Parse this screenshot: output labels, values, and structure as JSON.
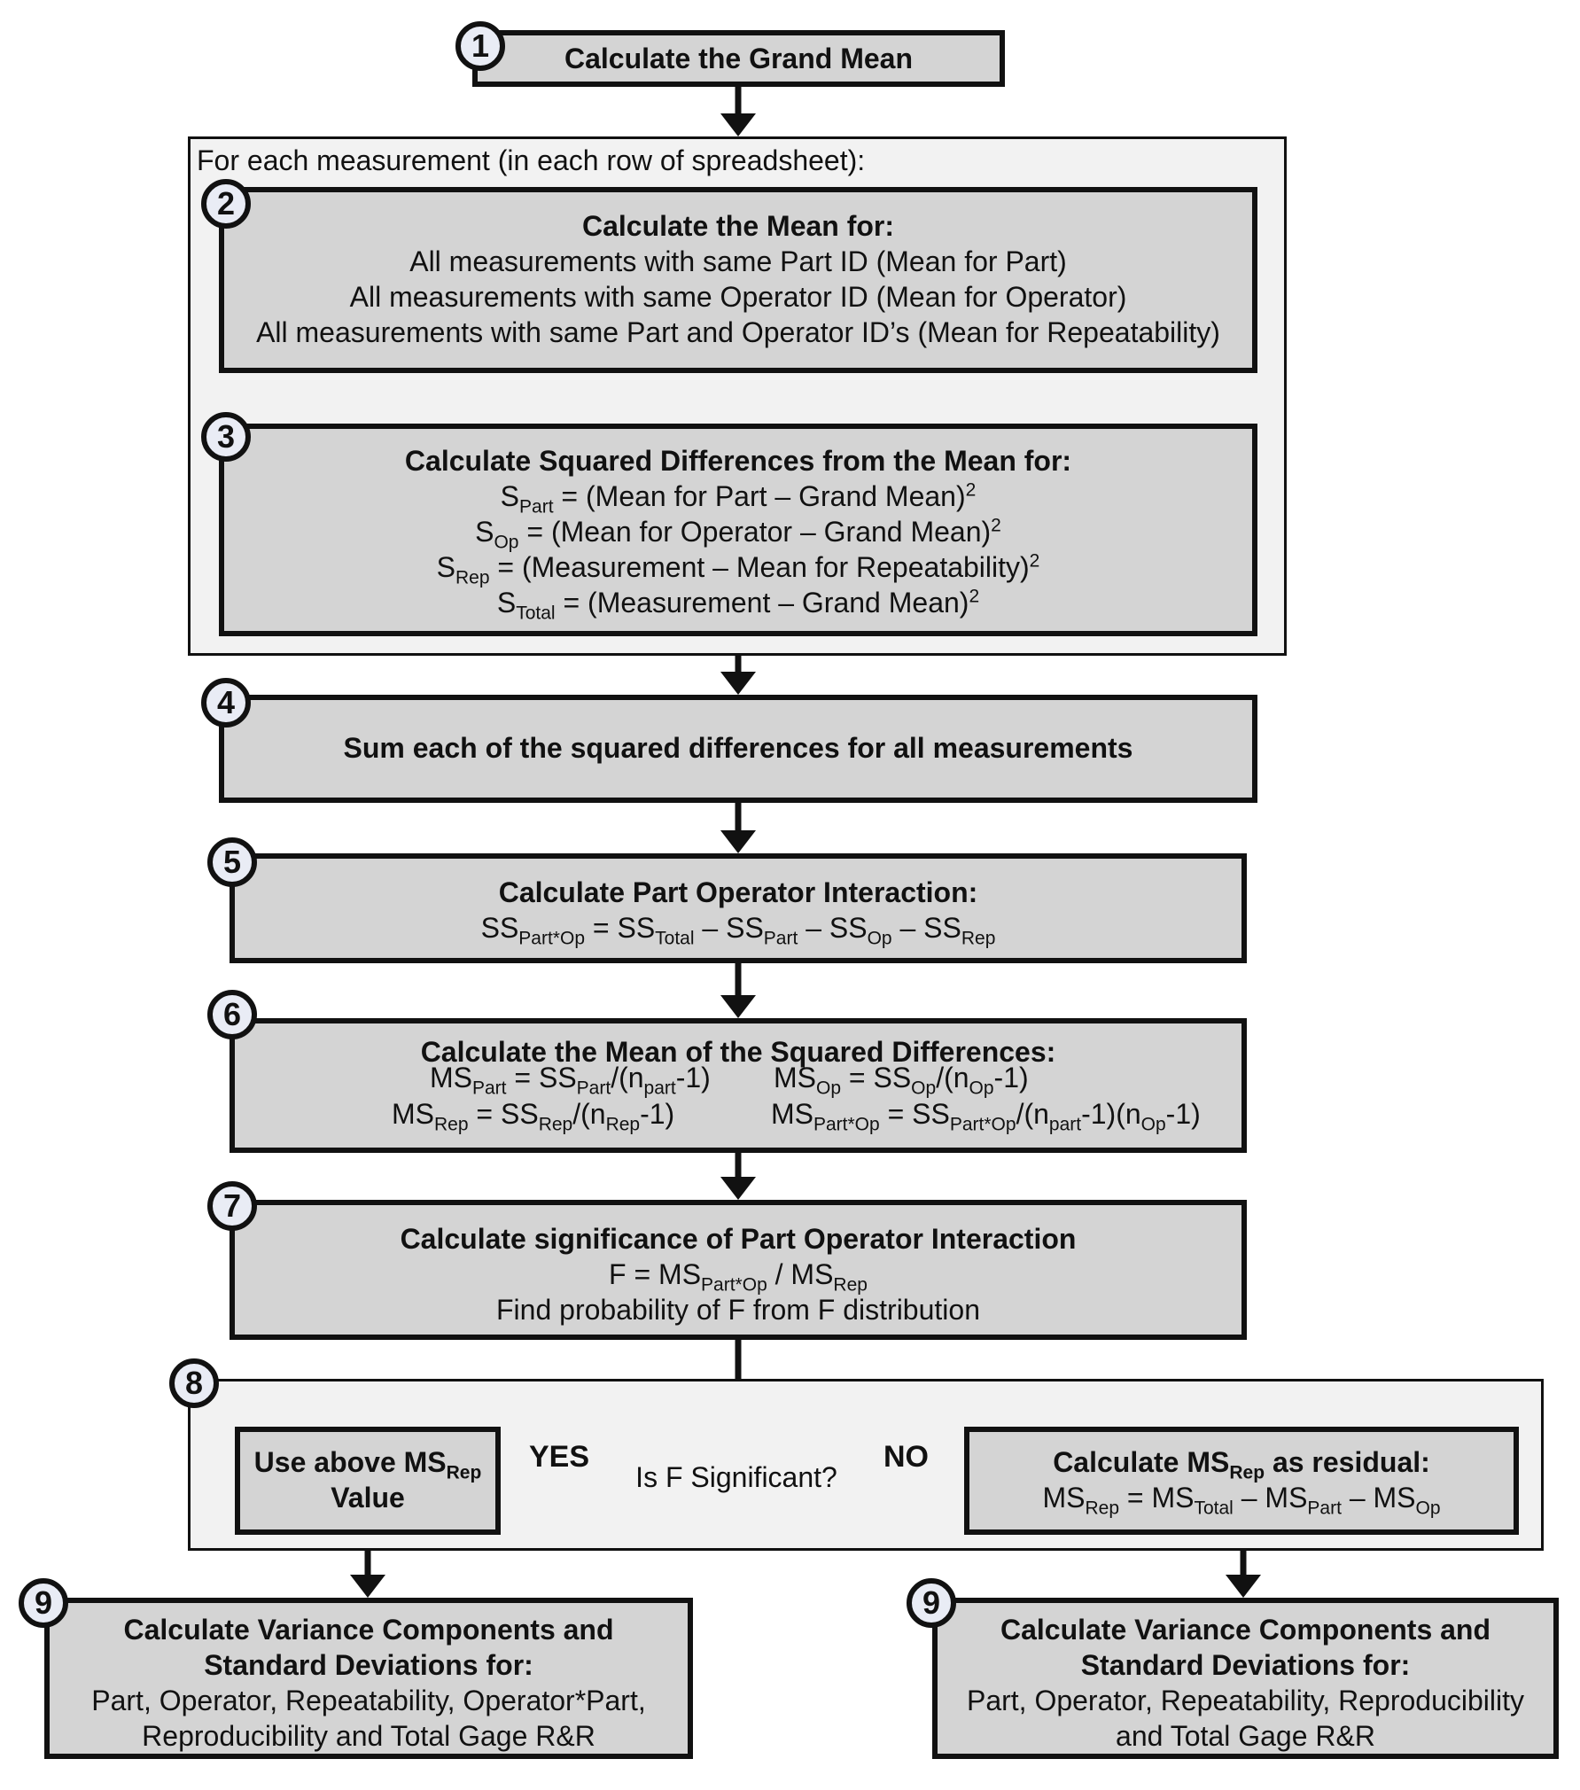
{
  "steps": {
    "s1": {
      "num": "1",
      "title": "Calculate the Grand Mean"
    },
    "panel_a_caption": "For each measurement (in each row of spreadsheet):",
    "s2": {
      "num": "2",
      "title": "Calculate the Mean for:",
      "lines": [
        "All measurements with same Part ID (Mean for Part)",
        "All measurements with same Operator ID (Mean for Operator)",
        "All measurements with same Part and Operator ID’s (Mean for Repeatability)"
      ]
    },
    "s3": {
      "num": "3",
      "title": "Calculate Squared Differences from the Mean for:",
      "lines": [
        {
          "sym": "S",
          "sub": "Part",
          "expr": " = (Mean for Part – Grand Mean)",
          "sup": "2"
        },
        {
          "sym": "S",
          "sub": "Op",
          "expr": " = (Mean for Operator – Grand Mean)",
          "sup": "2"
        },
        {
          "sym": "S",
          "sub": "Rep",
          "expr": " = (Measurement – Mean for Repeatability)",
          "sup": "2"
        },
        {
          "sym": "S",
          "sub": "Total",
          "expr": " = (Measurement  – Grand Mean)",
          "sup": "2"
        }
      ]
    },
    "s4": {
      "num": "4",
      "title": "Sum each of the squared differences for all measurements"
    },
    "s5": {
      "num": "5",
      "title": "Calculate Part Operator Interaction:",
      "f": {
        "a": "SS",
        "a_sub": "Part*Op",
        "eq": " = ",
        "b": "SS",
        "b_sub": "Total",
        "m1": " – ",
        "c": "SS",
        "c_sub": "Part",
        "m2": " – ",
        "d": "SS",
        "d_sub": "Op",
        "m3": " – ",
        "e": "SS",
        "e_sub": "Rep"
      }
    },
    "s6": {
      "num": "6",
      "title": "Calculate the Mean of the Squared Differences:",
      "ms": "MS",
      "ss": "SS",
      "n": "n",
      "eq": " = ",
      "slash": "/(",
      "minus1": "-1)",
      "minus1open": "-1)(",
      "part": "Part",
      "op": "Op",
      "rep": "Rep",
      "partop": "Part*Op",
      "npart": "part"
    },
    "s7": {
      "num": "7",
      "title": "Calculate significance of Part Operator Interaction",
      "f_lhs": "F = MS",
      "f_sub1": "Part*Op",
      "f_mid": " / MS",
      "f_sub2": "Rep",
      "line2": "Find probability of F from F distribution"
    },
    "s8": {
      "num": "8",
      "decision": "Is F Significant?",
      "yes": "YES",
      "no": "NO",
      "left_pre": "Use above MS",
      "left_sub": "Rep",
      "left_post": "Value",
      "right_pre": "Calculate MS",
      "right_sub": "Rep",
      "right_post": " as residual:",
      "right_f": {
        "a": "MS",
        "a_sub": "Rep",
        "eq": " = ",
        "b": "MS",
        "b_sub": "Total",
        "m1": " – ",
        "c": "MS",
        "c_sub": "Part",
        "m2": " – ",
        "d": "MS",
        "d_sub": "Op"
      }
    },
    "s9_left": {
      "num": "9",
      "title1": "Calculate Variance Components and",
      "title2": "Standard Deviations for:",
      "line1": "Part, Operator, Repeatability, Operator*Part,",
      "line2": "Reproducibility and Total Gage R&R"
    },
    "s9_right": {
      "num": "9",
      "title1": "Calculate Variance Components and",
      "title2": "Standard Deviations for:",
      "line1": "Part, Operator, Repeatability, Reproducibility",
      "line2": "and Total Gage R&R"
    }
  }
}
